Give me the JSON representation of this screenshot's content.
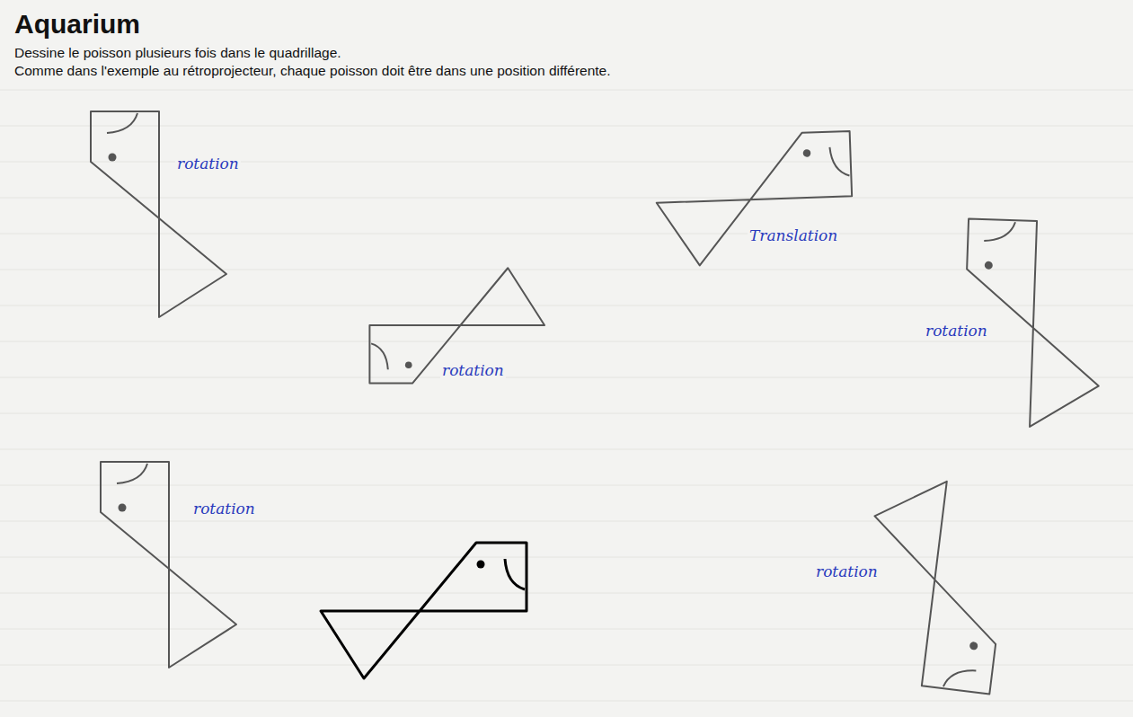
{
  "diagram": {
    "title": "Aquarium",
    "labels": [
      "Dessine le poisson plusieurs fois dans le quadrillage.",
      "Comme dans l'exemple au rétroprojecteur, chaque poisson doit être dans une position différente.",
      "rotation",
      "Translation",
      "rotation",
      "rotation",
      "rotation",
      "rotation"
    ]
  }
}
